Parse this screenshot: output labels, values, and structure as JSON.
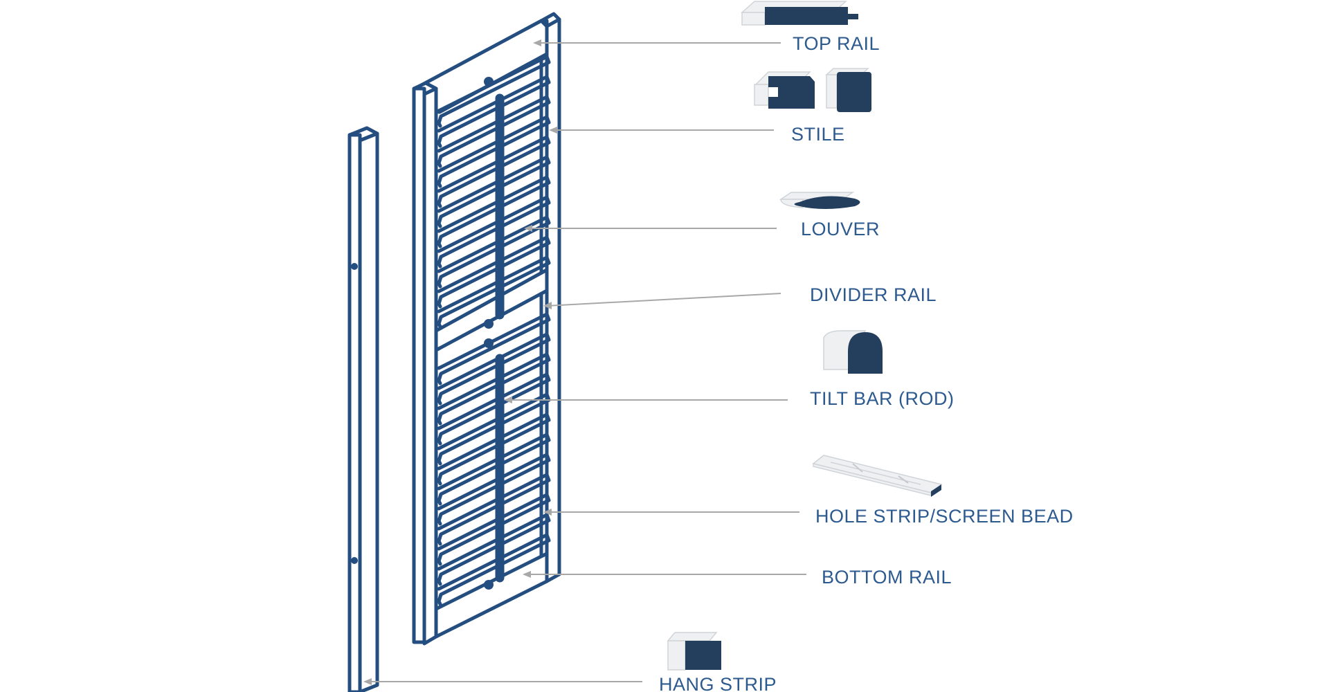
{
  "diagram": {
    "labels": {
      "top_rail": "TOP RAIL",
      "stile": "STILE",
      "louver": "LOUVER",
      "divider_rail": "DIVIDER RAIL",
      "tilt_bar": "TILT BAR (ROD)",
      "hole_strip": "HOLE STRIP/SCREEN BEAD",
      "bottom_rail": "BOTTOM RAIL",
      "hang_strip": "HANG STRIP"
    },
    "colors": {
      "frame": "#244d80",
      "label": "#2c5a8f",
      "leader": "#a8a8a8",
      "profile_dark": "#243f5e",
      "profile_light": "#eef0f2"
    }
  }
}
